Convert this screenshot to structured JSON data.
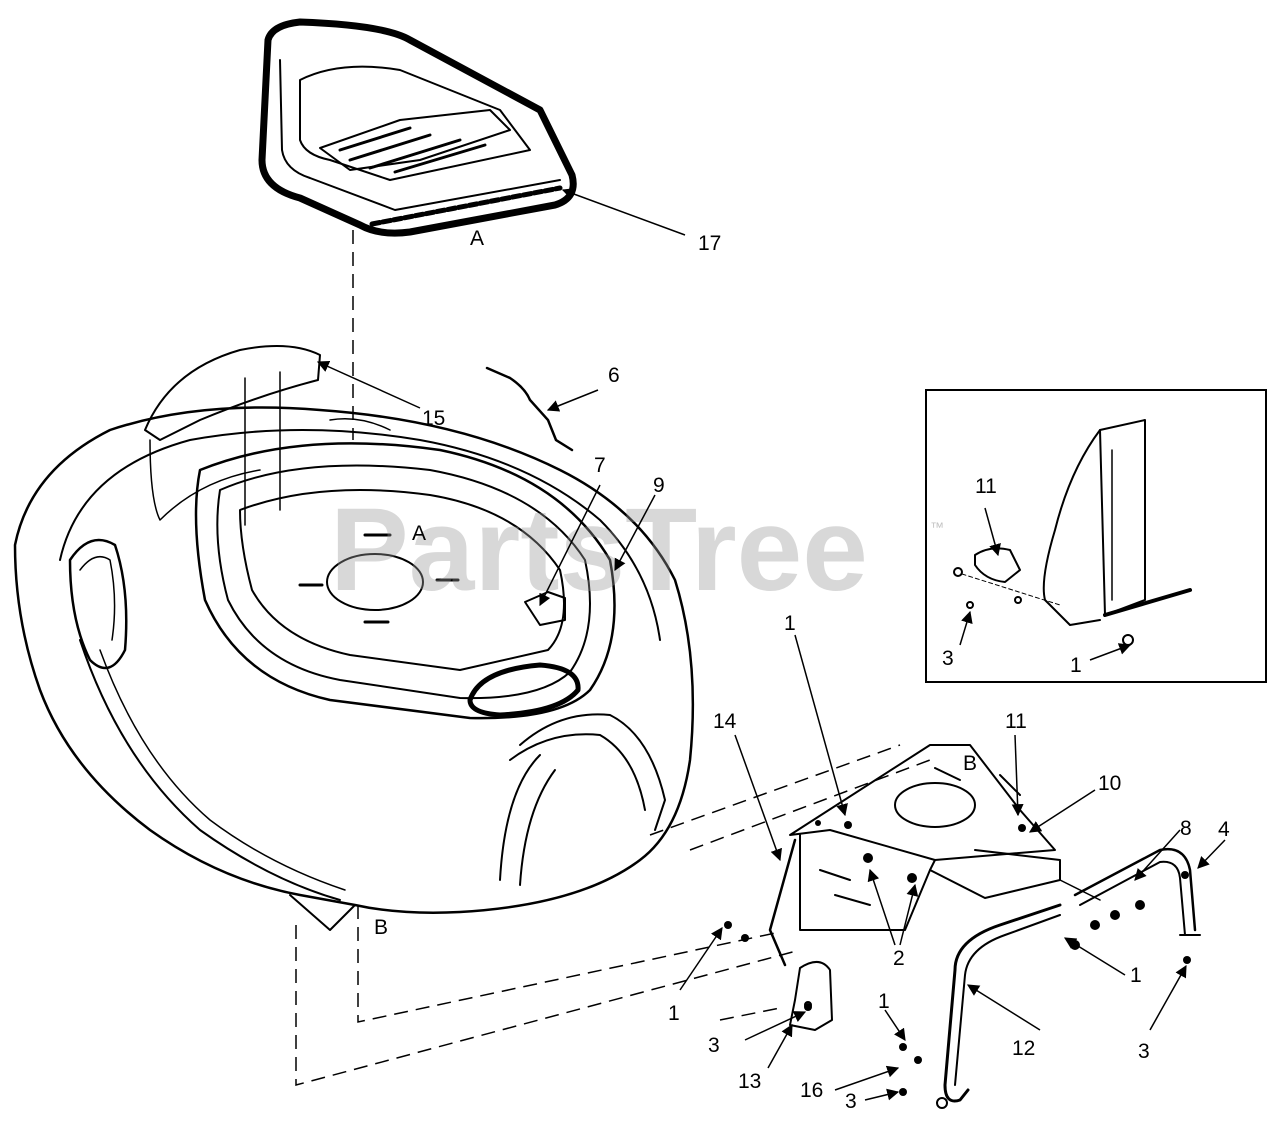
{
  "diagram": {
    "watermark": "PartsTree",
    "watermark_mark": "™",
    "callouts": {
      "n17": "17",
      "n15": "15",
      "n6": "6",
      "n7": "7",
      "n9": "9",
      "n11_inset": "11",
      "n3_inset": "3",
      "n1_inset": "1",
      "n1_top": "1",
      "n14": "14",
      "n11": "11",
      "n10": "10",
      "n8": "8",
      "n4": "4",
      "n2": "2",
      "n1_right": "1",
      "n1_left": "1",
      "n3_left": "3",
      "n13": "13",
      "n1_mid": "1",
      "n12": "12",
      "n16": "16",
      "n3_bottom": "3",
      "n3_right": "3"
    },
    "refs": {
      "a_seat": "A",
      "a_hood": "A",
      "b_hood": "B",
      "b_bracket": "B"
    }
  }
}
